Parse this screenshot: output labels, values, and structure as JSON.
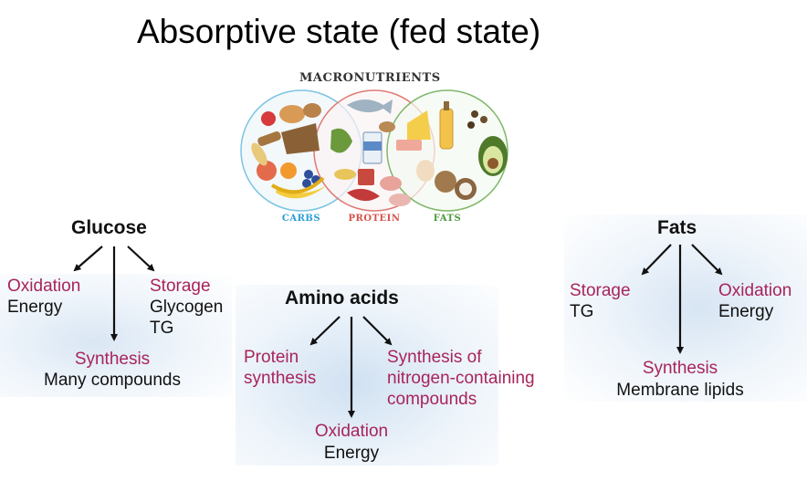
{
  "title": "Absorptive state (fed state)",
  "macronutrients": {
    "heading": "MACRONUTRIENTS",
    "labels": [
      {
        "text": "CARBS",
        "color": "#2a9fd6"
      },
      {
        "text": "PROTEIN",
        "color": "#d8504a"
      },
      {
        "text": "FATS",
        "color": "#4e9a3c"
      }
    ]
  },
  "colors": {
    "accent": "#a8245c",
    "text": "#111111",
    "panel": "#d6e5f4"
  },
  "glucose": {
    "heading": "Glucose",
    "oxidation": {
      "label": "Oxidation",
      "detail": "Energy"
    },
    "storage": {
      "label": "Storage",
      "detail_1": "Glycogen",
      "detail_2": "TG"
    },
    "synthesis": {
      "label": "Synthesis",
      "detail": "Many compounds"
    }
  },
  "amino_acids": {
    "heading": "Amino acids",
    "protein": {
      "line_1": "Protein",
      "line_2": "synthesis"
    },
    "nitrogen": {
      "line_1": "Synthesis of",
      "line_2": "nitrogen-containing",
      "line_3": "compounds"
    },
    "oxidation": {
      "label": "Oxidation",
      "detail": "Energy"
    }
  },
  "fats": {
    "heading": "Fats",
    "storage": {
      "label": "Storage",
      "detail": "TG"
    },
    "oxidation": {
      "label": "Oxidation",
      "detail": "Energy"
    },
    "synthesis": {
      "label": "Synthesis",
      "detail": "Membrane lipids"
    }
  }
}
